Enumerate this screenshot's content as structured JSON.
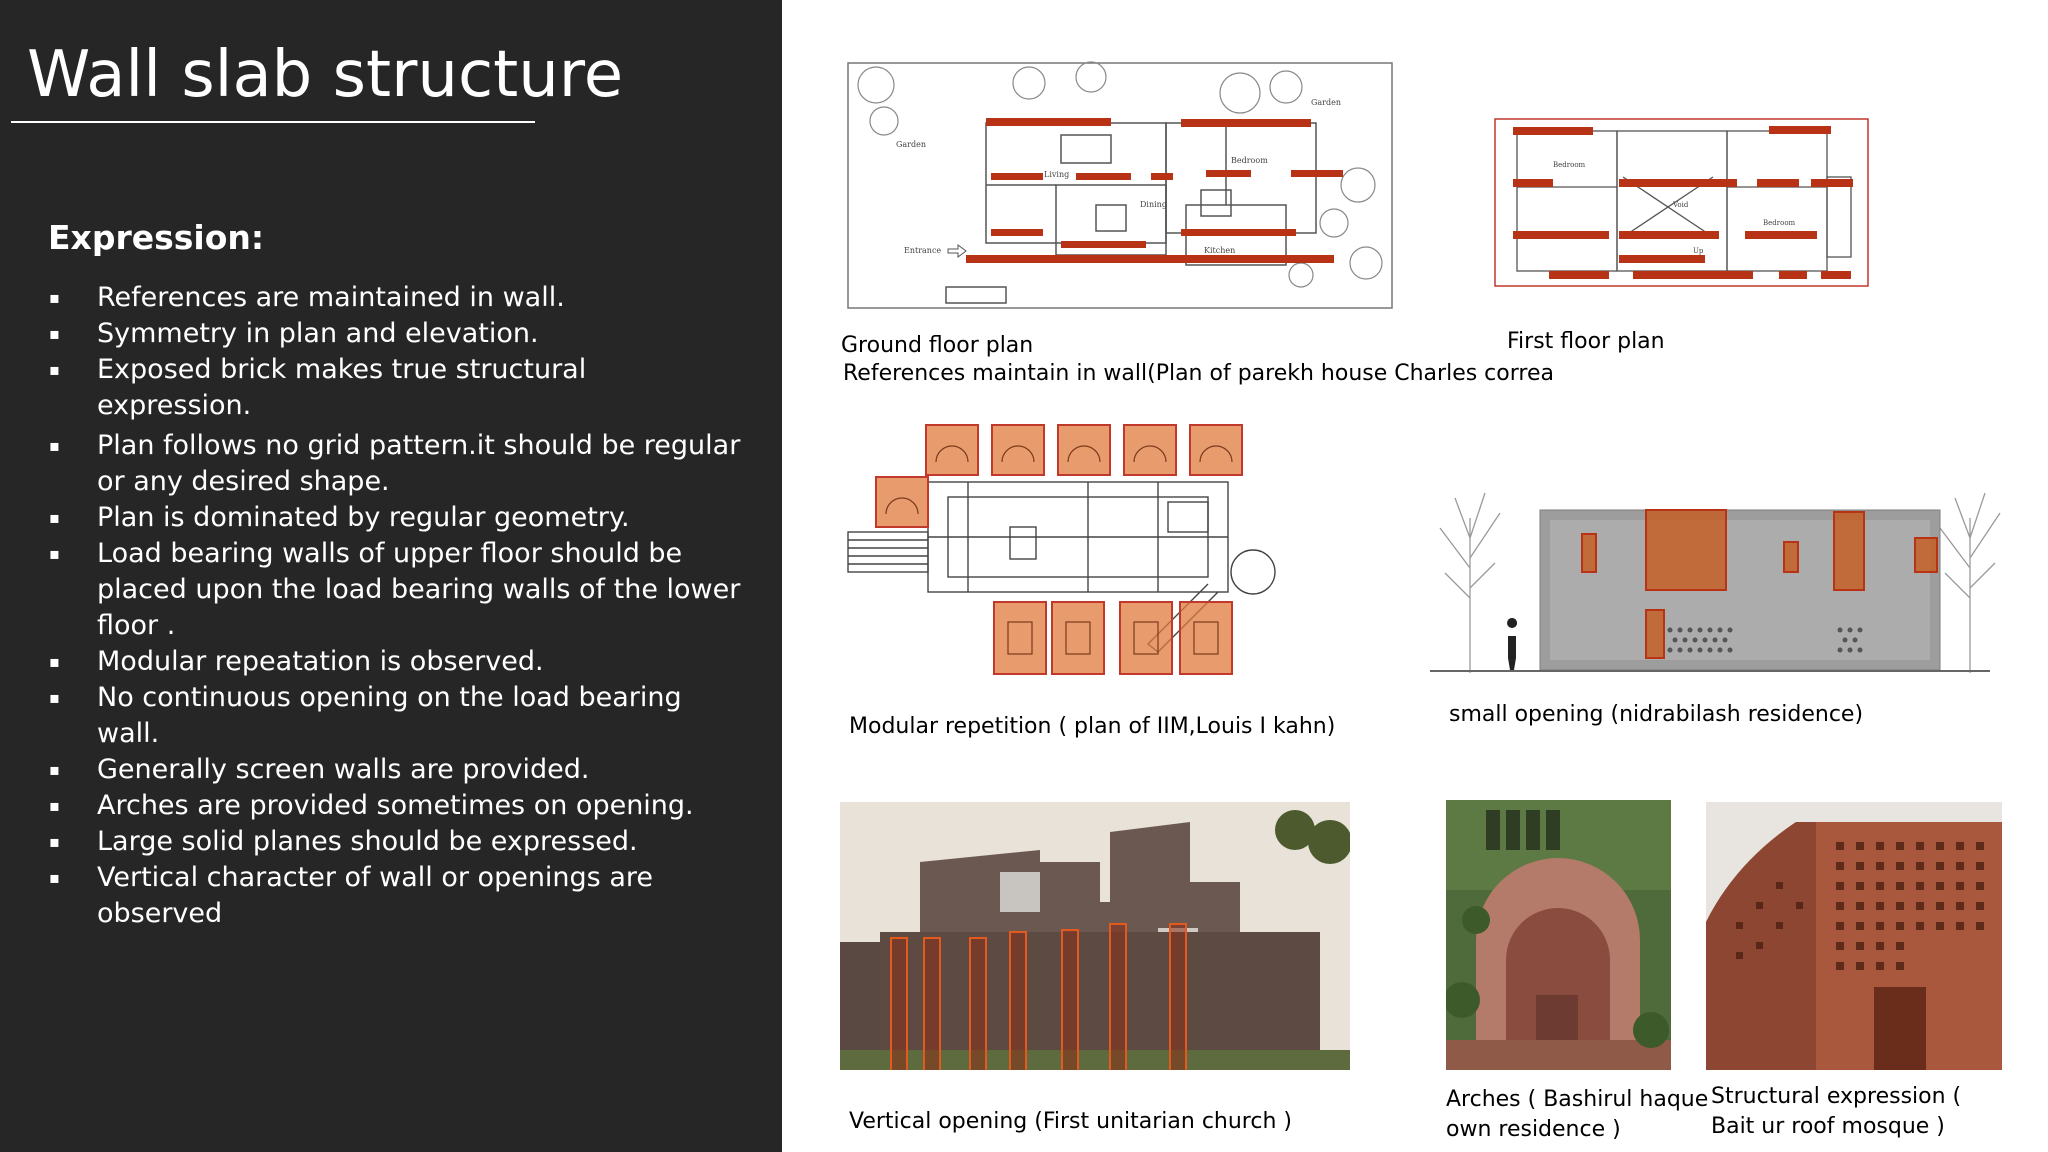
{
  "slide": {
    "title": "Wall slab structure",
    "section_heading": "Expression:",
    "bullets": [
      "References are maintained in wall.",
      "Symmetry in plan and elevation.",
      "Exposed brick makes true structural expression.",
      "Plan follows no grid pattern.it should be regular or any desired shape.",
      "Plan is dominated by regular geometry.",
      "Load bearing walls of upper floor should be placed upon the load bearing walls of the lower floor .",
      "Modular repeatation is observed.",
      "No continuous opening on the load bearing wall.",
      "Generally screen walls are provided.",
      "Arches are provided sometimes on opening.",
      "Large solid planes should be expressed.",
      "Vertical character of wall or openings are observed"
    ],
    "bullet_symbol": "▪"
  },
  "figures": {
    "ground_floor": {
      "caption": "Ground floor plan",
      "labels": [
        "Garden",
        "Garden",
        "Living",
        "Bedroom",
        "Dining",
        "Kitchen",
        "Entrance"
      ]
    },
    "first_floor": {
      "caption": "First floor plan",
      "labels": [
        "Bedroom",
        "Void",
        "Bedroom",
        "Up"
      ]
    },
    "plans_caption": "References maintain in wall(Plan of parekh house Charles correa",
    "iim": {
      "caption": "Modular repetition ( plan of IIM,Louis I kahn)"
    },
    "nidrabilash": {
      "caption": "small opening (nidrabilash residence)"
    },
    "unitarian": {
      "caption": "Vertical opening (First unitarian church )"
    },
    "bashirul": {
      "caption": "Arches ( Bashirul haque own residence )"
    },
    "baitur": {
      "caption": "Structural expression ( Bait ur roof mosque )"
    }
  },
  "colors": {
    "panel_bg": "#262626",
    "highlight_red": "#b83215",
    "highlight_orange": "#e07a3c",
    "brick": "#a9583e"
  }
}
